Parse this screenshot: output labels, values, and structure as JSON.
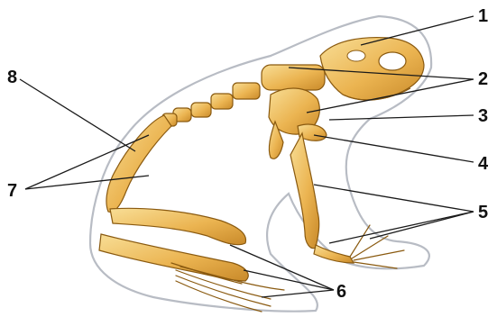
{
  "labels": [
    {
      "id": "1",
      "text": "1"
    },
    {
      "id": "2",
      "text": "2"
    },
    {
      "id": "3",
      "text": "3"
    },
    {
      "id": "4",
      "text": "4"
    },
    {
      "id": "5",
      "text": "5"
    },
    {
      "id": "6",
      "text": "6"
    },
    {
      "id": "7",
      "text": "7"
    },
    {
      "id": "8",
      "text": "8"
    }
  ],
  "colors": {
    "bone": "#e8b04a",
    "bone_light": "#f6d88a",
    "bone_dark": "#c07e20",
    "outline": "#b8bcc4",
    "leader": "#1a1a1a"
  }
}
